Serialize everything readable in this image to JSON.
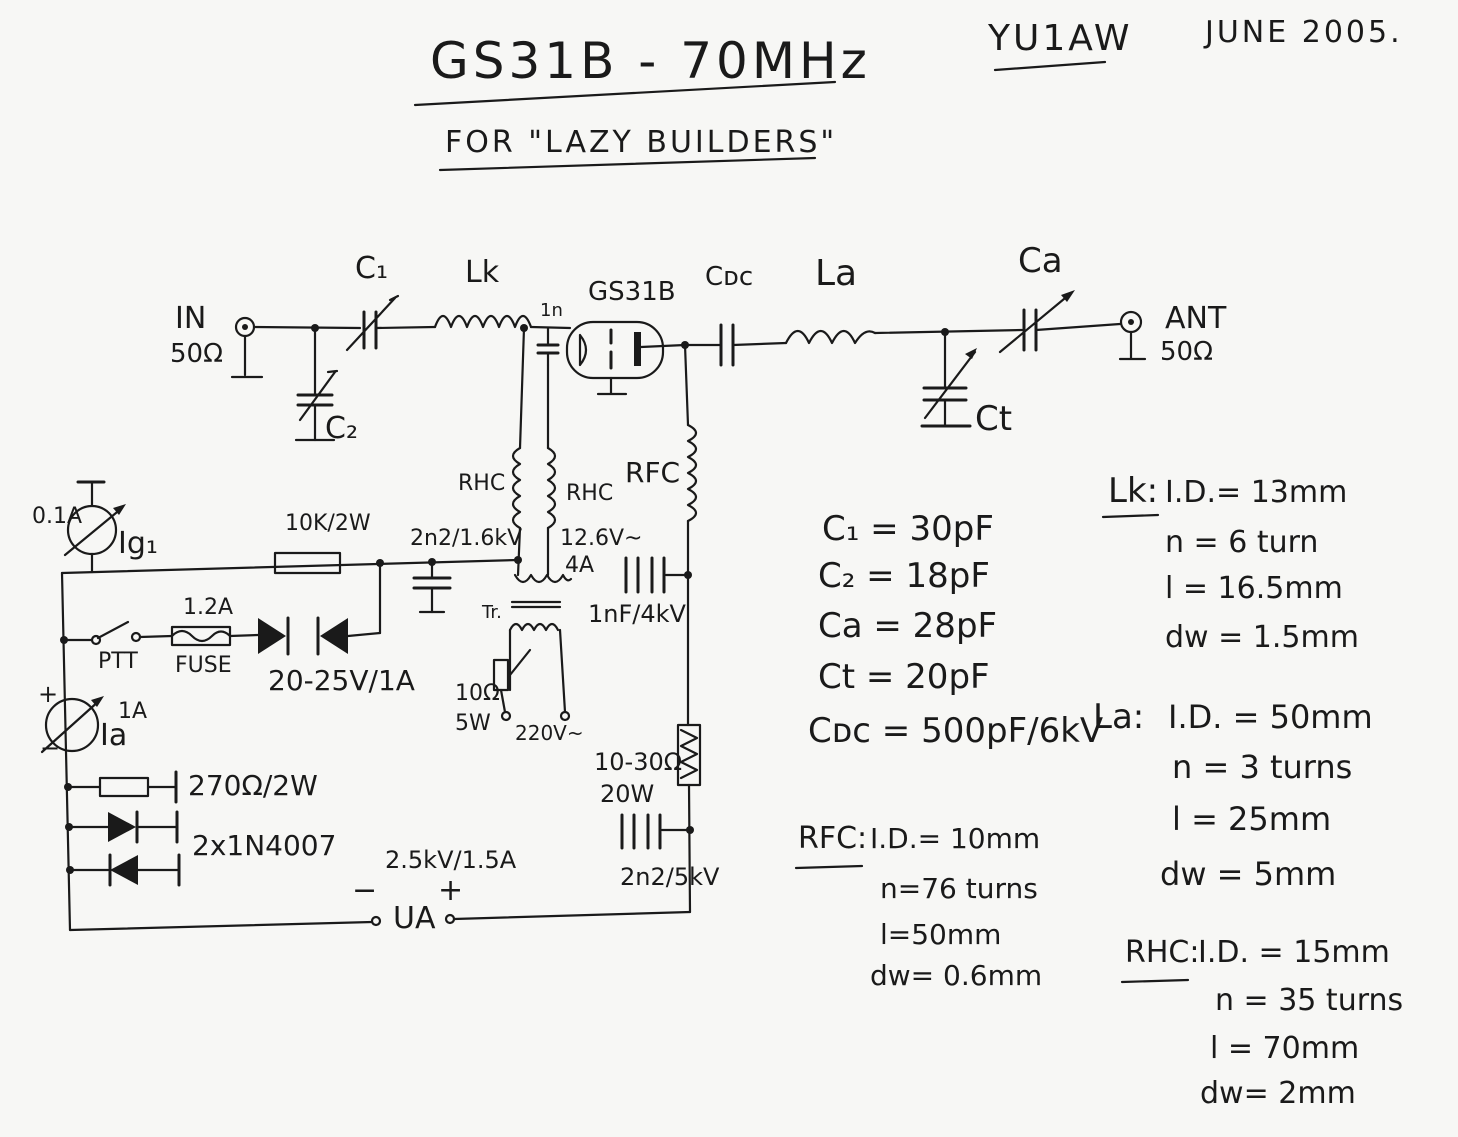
{
  "header": {
    "title": "GS31B - 70MHz",
    "subtitle": "FOR \"LAZY BUILDERS\"",
    "callsign": "YU1AW",
    "date": "JUNE 2005."
  },
  "labels": {
    "in": "IN",
    "in_imp": "50Ω",
    "ant": "ANT",
    "ant_imp": "50Ω",
    "c1": "C₁",
    "c2": "C₂",
    "lk": "Lk",
    "tube": "GS31B",
    "in_small": "1n",
    "cdc": "Cᴅᴄ",
    "la": "La",
    "ca": "Ca",
    "ct": "Ct",
    "rhc1": "RHC",
    "rhc2": "RHC",
    "rfc": "RFC",
    "meter_ig_range": "0.1A",
    "meter_ig": "Ig₁",
    "res_grid": "10K/2W",
    "cap_grid": "2n2/1.6kV",
    "heater_v": "12.6V~",
    "heater_a": "4A",
    "cap_hv": "1nF/4kV",
    "fuse_val": "1.2A",
    "ptt": "PTT",
    "fuse": "FUSE",
    "zener": "20-25V/1A",
    "tr": "Tr.",
    "pot_val": "10Ω",
    "pot_w": "5W",
    "mains": "220V~",
    "meter_ia_range": "1A",
    "meter_ia": "Ia",
    "res_shunt": "270Ω/2W",
    "diodes": "2x1N4007",
    "res_hv": "10-30Ω",
    "res_hv_w": "20W",
    "supply": "2.5kV/1.5A",
    "ua": "UA",
    "cap_out": "2n2/5kV",
    "minus": "−",
    "plus": "+"
  },
  "caps_values": [
    "C₁ = 30pF",
    "C₂ = 18pF",
    "Ca = 28pF",
    "Ct = 20pF",
    "Cᴅᴄ = 500pF/6kV"
  ],
  "lk_spec": {
    "head": "Lk:",
    "lines": [
      "I.D.= 13mm",
      "n = 6 turn",
      "l = 16.5mm",
      "dw = 1.5mm"
    ]
  },
  "la_spec": {
    "head": "La:",
    "lines": [
      "I.D. = 50mm",
      "n = 3 turns",
      "l = 25mm",
      "dw = 5mm"
    ]
  },
  "rfc_spec": {
    "head": "RFC:",
    "lines": [
      "I.D.= 10mm",
      "n=76 turns",
      "l=50mm",
      "dw= 0.6mm"
    ]
  },
  "rhc_spec": {
    "head": "RHC:",
    "lines": [
      "I.D. = 15mm",
      "n = 35 turns",
      "l = 70mm",
      "dw= 2mm"
    ]
  }
}
